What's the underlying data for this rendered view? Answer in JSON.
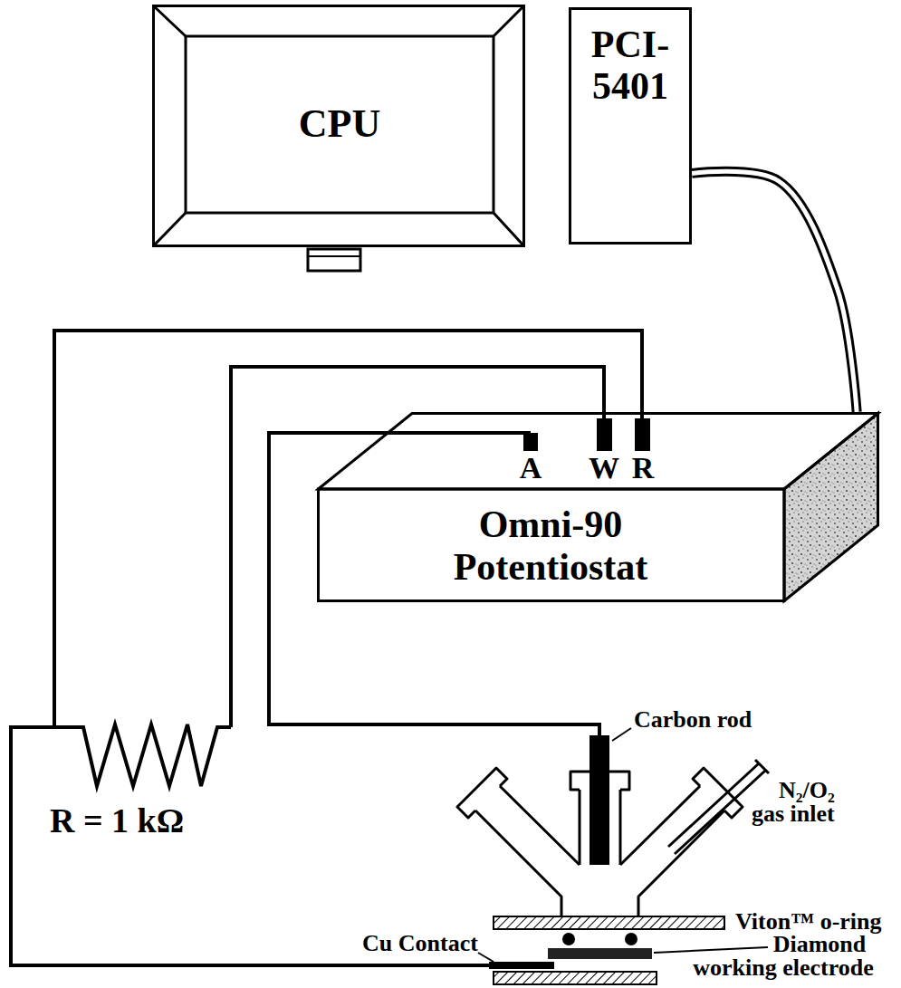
{
  "diagram": {
    "nodes": [
      {
        "text": [
          "CPU"
        ]
      },
      {
        "text": [
          "PCI- 5401"
        ]
      },
      {
        "text": [
          "Omni-90 Potentiostat"
        ]
      }
    ],
    "edges": [
      {
        "from": 1,
        "to": 2,
        "arrow": "none"
      }
    ],
    "labels": [
      "A",
      "W",
      "R",
      "R = 1 kΩ",
      "Carbon rod",
      "N₂/O₂ gas inlet",
      "Viton™ o-ring",
      "Diamond working electrode",
      "Cu Contact"
    ]
  }
}
